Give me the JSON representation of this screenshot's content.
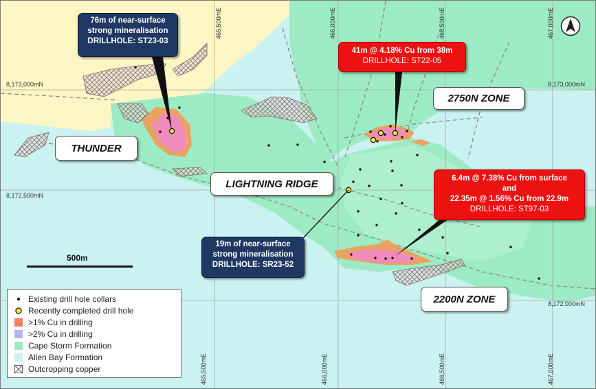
{
  "coordinates": {
    "eastings": [
      "465,500mE",
      "466,000mE",
      "466,500mE",
      "467,000mE"
    ],
    "northings": [
      "8,173,000mN",
      "8,172,500mN",
      "8,172,000mN"
    ]
  },
  "zones": {
    "thunder": "THUNDER",
    "lightning_ridge": "LIGHTNING RIDGE",
    "zone_2750n": "2750N ZONE",
    "zone_2200n": "2200N ZONE"
  },
  "callouts": {
    "st23_03": {
      "line1": "76m of near-surface",
      "line2": "strong mineralisation",
      "line3": "DRILLHOLE: ST23-03"
    },
    "st22_05": {
      "line1": "41m @ 4.18% Cu from 38m",
      "line2": "DRILLHOLE: ST22-05"
    },
    "st97_03": {
      "line1": "6.4m @ 7.38% Cu from surface",
      "line2": "and",
      "line3": "22.35m @ 1.56% Cu from 22.9m",
      "line4": "DRILLHOLE: ST97-03"
    },
    "sr23_52": {
      "line1": "19m of near-surface",
      "line2": "strong mineralisation",
      "line3": "DRILLHOLE: SR23-52"
    }
  },
  "scale_bar": {
    "label": "500m"
  },
  "legend": {
    "items": [
      {
        "label": "Existing drill hole collars",
        "symbol": "black-dot-icon"
      },
      {
        "label": "Recently completed drill hole",
        "symbol": "yellow-dot-icon"
      },
      {
        "label": ">1% Cu in drilling",
        "symbol": "orange-square",
        "color": "#f08060"
      },
      {
        "label": ">2% Cu in drilling",
        "symbol": "lavender-square",
        "color": "#b4b4ee"
      },
      {
        "label": "Cape Storm Formation",
        "symbol": "green-square",
        "color": "#9debc4"
      },
      {
        "label": "Allen Bay Formation",
        "symbol": "cyan-square",
        "color": "#c9f2f0"
      },
      {
        "label": "Outcropping copper",
        "symbol": "crosshatch-icon"
      }
    ]
  },
  "colors": {
    "allen_bay": "#c9f2f0",
    "cape_storm": "#9debc4",
    "unit_yellow": "#fbf6c3",
    "cu_1pct": "#e9a264",
    "cu_2pct": "#f08cbc",
    "callout_blue": "#1f3864",
    "callout_red": "#ee1111"
  }
}
